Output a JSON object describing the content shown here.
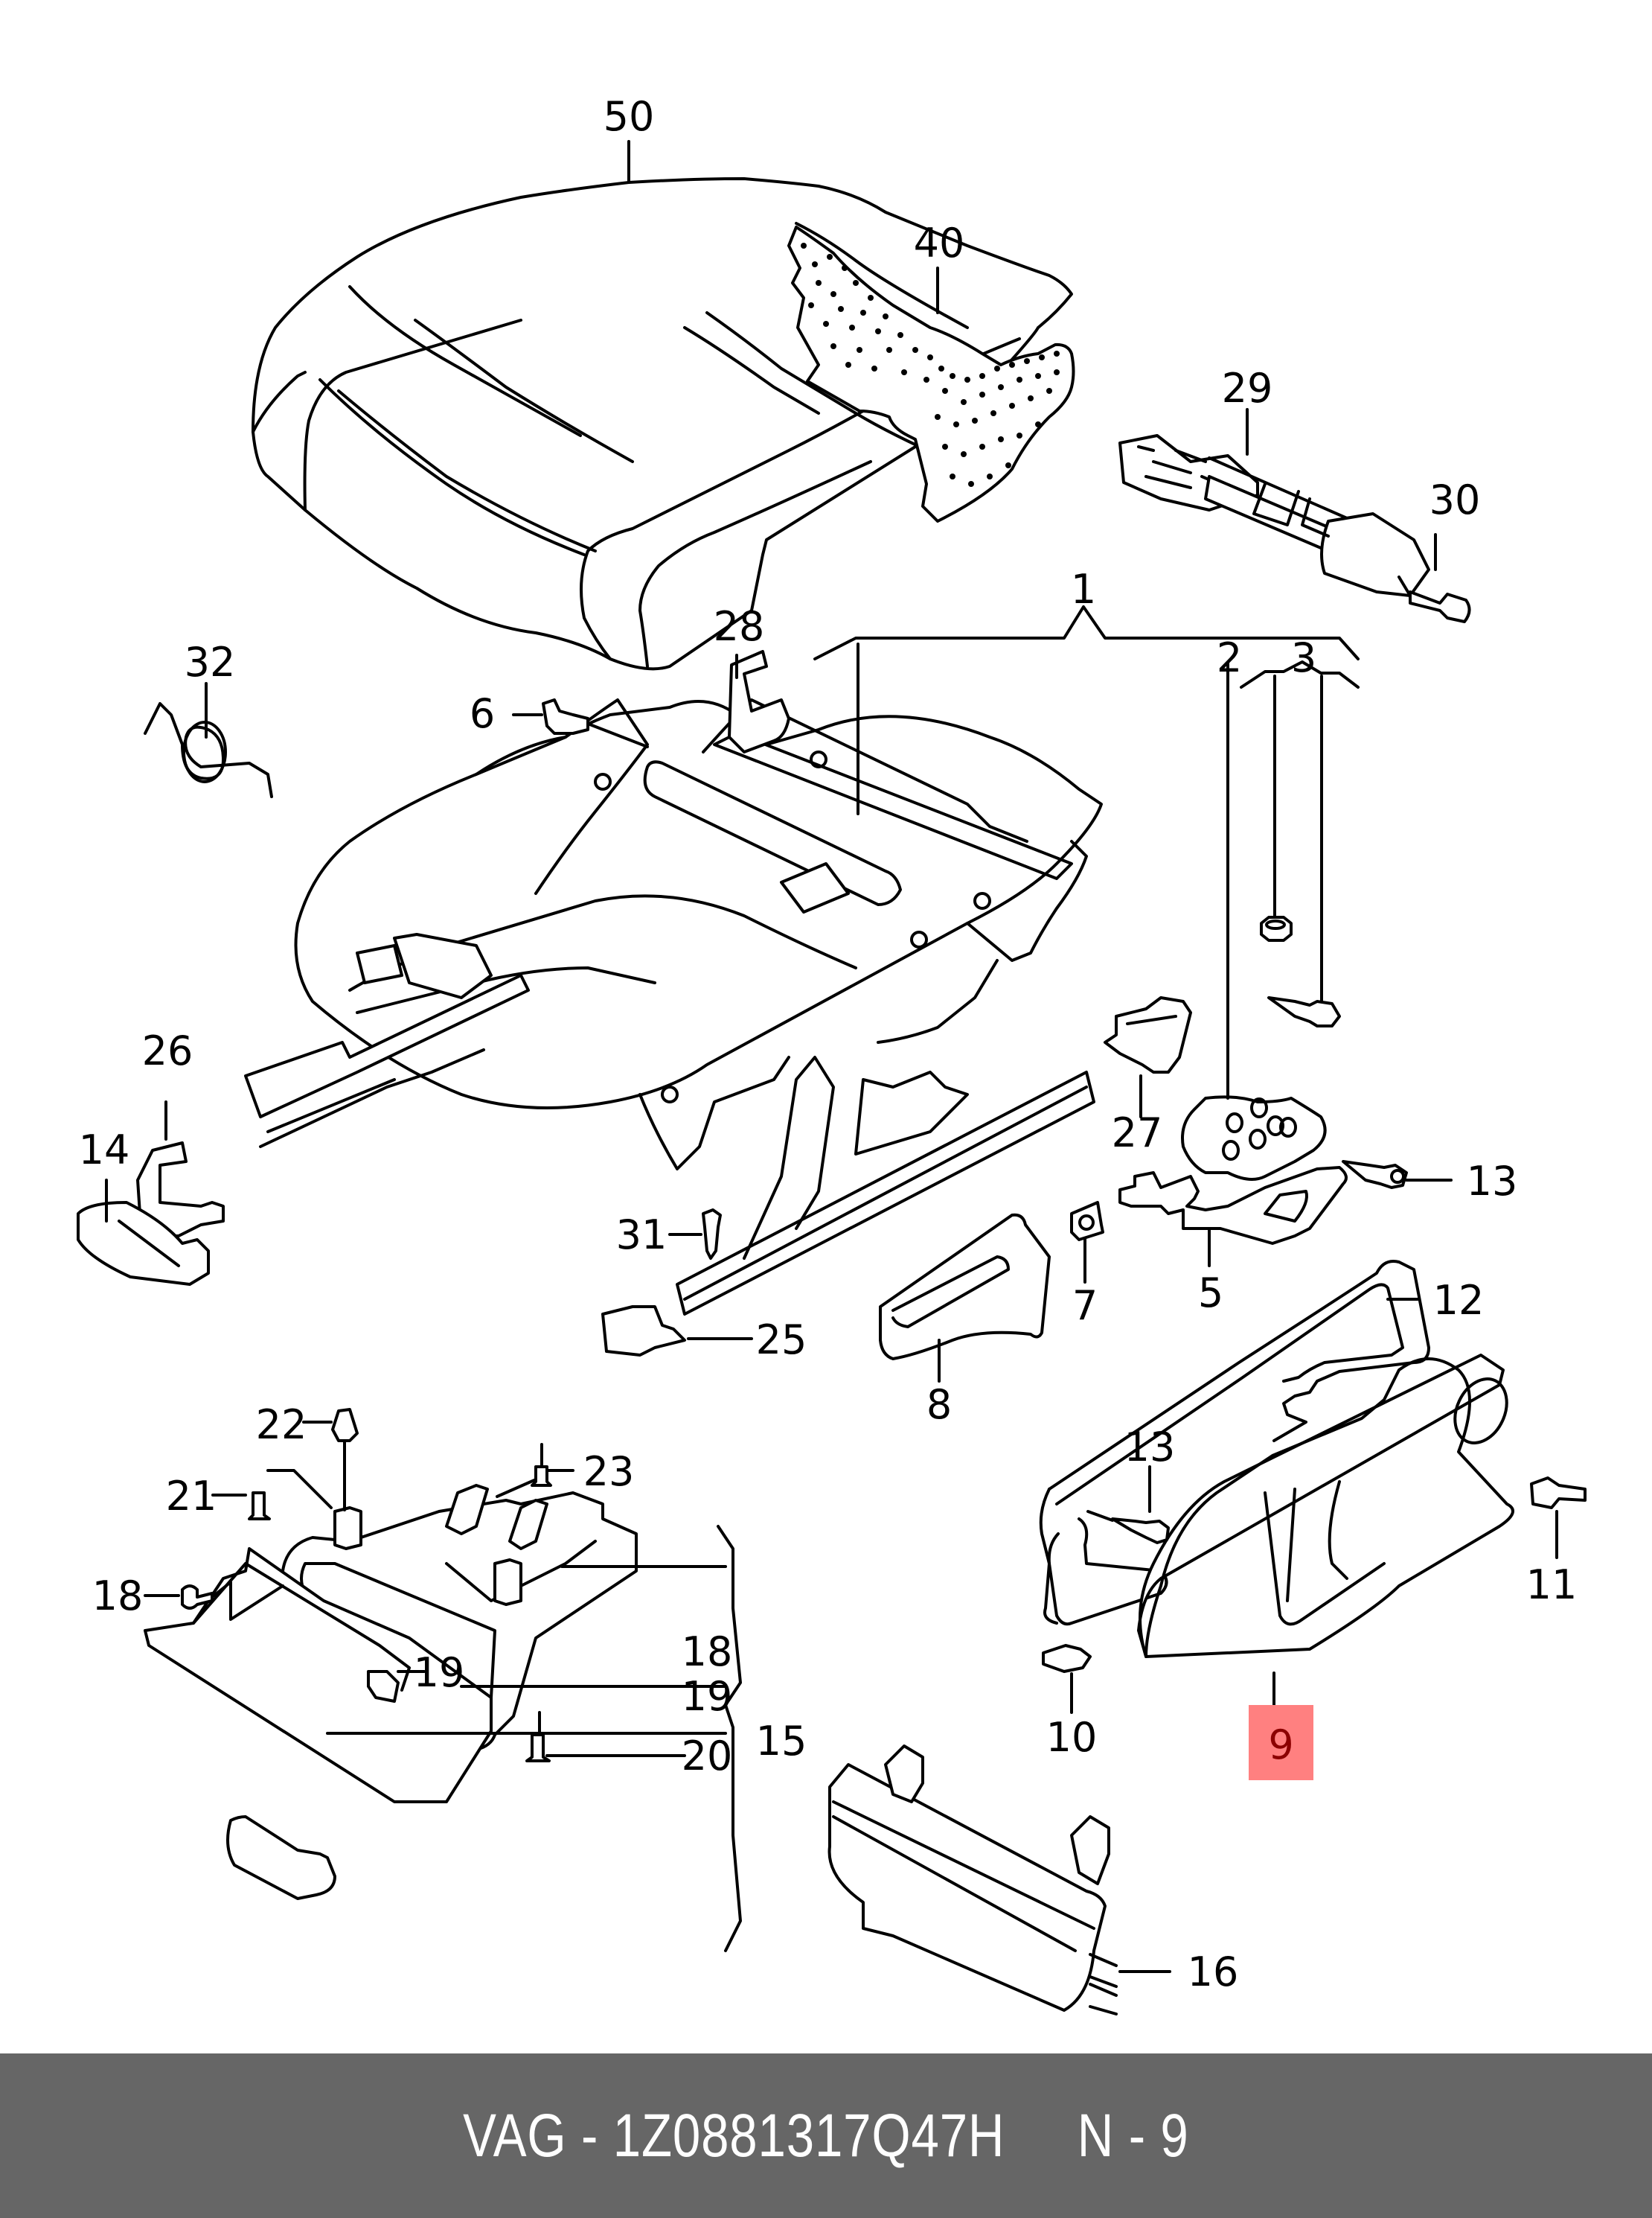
{
  "diagram": {
    "title": "Seat frame exploded parts diagram",
    "highlighted_part": "9",
    "highlight_color": "#ff8080",
    "highlight_text_color": "#8b0000",
    "callouts": {
      "c50": "50",
      "c40": "40",
      "c29": "29",
      "c30": "30",
      "c1": "1",
      "c2": "2",
      "c3": "3",
      "c28": "28",
      "c32": "32",
      "c6": "6",
      "c26": "26",
      "c14": "14",
      "c27": "27",
      "c13a": "13",
      "c31": "31",
      "c7": "7",
      "c5": "5",
      "c25": "25",
      "c8": "8",
      "c12": "12",
      "c13b": "13",
      "c11": "11",
      "c22": "22",
      "c23": "23",
      "c21": "21",
      "c18a": "18",
      "c19a": "19",
      "c18b": "18",
      "c19b": "19",
      "c20": "20",
      "c15": "15",
      "c10": "10",
      "c9": "9",
      "c16": "16"
    }
  },
  "footer": {
    "brand": "VAG",
    "part_number": "1Z0881317Q47H",
    "page_ref": "N - 9",
    "text": "VAG - 1Z0881317Q47H     N - 9",
    "background": "#666666"
  }
}
